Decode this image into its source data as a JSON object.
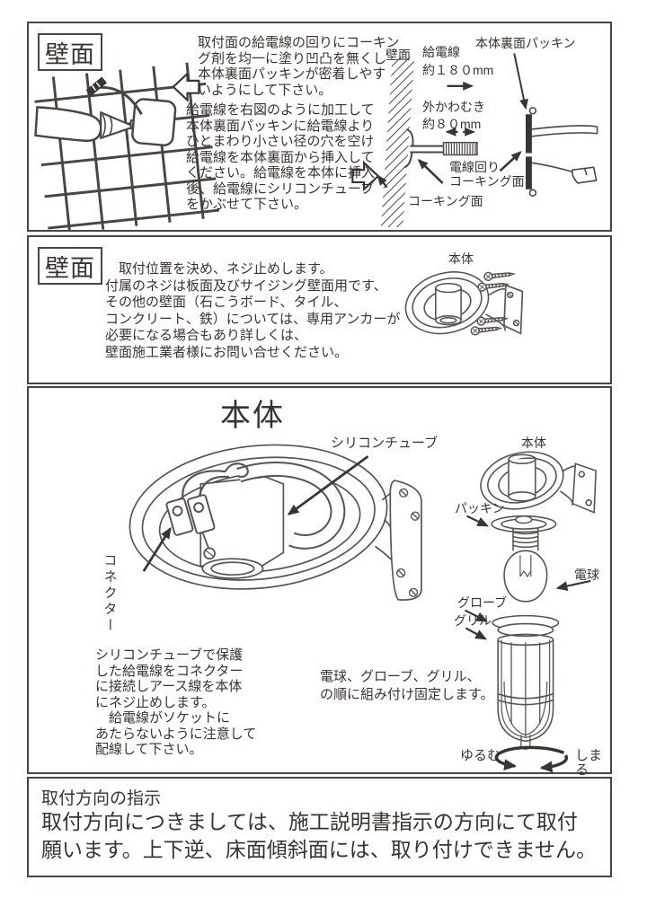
{
  "section1": {
    "label": "壁面",
    "para1": [
      "取付面の給電線の回りにコーキン",
      "グ剤を均一に塗り凹凸を無くし",
      "本体裏面パッキンが密着しやす",
      "いようにして下さい。"
    ],
    "para2": [
      "給電線を右図のように加工して",
      "本体裏面パッキンに給電線より",
      "ひとまわり小さい径の穴を空け",
      "給電線を本体裏面から挿入して",
      "ください。給電線を本体に挿入",
      "後、給電線にシリコンチューブ",
      "をかぶせて下さい。"
    ],
    "wall_label": "壁面",
    "supply_wire_label": "給電線",
    "supply_wire_length": "約１８０mm",
    "back_packing_label": "本体裏面パッキン",
    "strip_label": "外かわむき",
    "strip_length": "約８０mm",
    "wire_caulking_label": [
      "電線回り",
      "コーキング面"
    ],
    "caulking_surface_label": "コーキング面"
  },
  "section2": {
    "label": "壁面",
    "body_label": "本体",
    "para": [
      "　取付位置を決め、ネジ止めします。",
      "付属のネジは板面及びサイジング壁面用です、",
      "その他の壁面（石こうボード、タイル、",
      "コンクリート、鉄）については、専用アンカーが",
      "必要になる場合もあり詳しくは、",
      "壁面施工業者様にお問い合せください。"
    ]
  },
  "section3": {
    "heading": "本体",
    "silicone_tube_label": "シリコンチューブ",
    "connector_label": "コネクター",
    "body_label": "本体",
    "packing_label": "パッキン",
    "bulb_label": "電球",
    "globe_label": "グローブ",
    "grill_label": "グリル",
    "loosen_label": "ゆるむ",
    "tighten_label": "しまる",
    "wiring_para": [
      "シリコンチューブで保護",
      "した給電線をコネクター",
      "に接続しアース線を本体",
      "にネジ止めします。",
      "　給電線がソケットに",
      "あたらないように注意して",
      "配線して下さい。"
    ],
    "assembly_para": [
      "電球、グローブ、グリル、",
      "の順に組み付け固定します。"
    ]
  },
  "section4": {
    "title": "取付方向の指示",
    "body": [
      "取付方向につきましては、施工説明書指示の方向にて取付",
      "願います。上下逆、床面傾斜面には、取り付けできません。"
    ]
  }
}
